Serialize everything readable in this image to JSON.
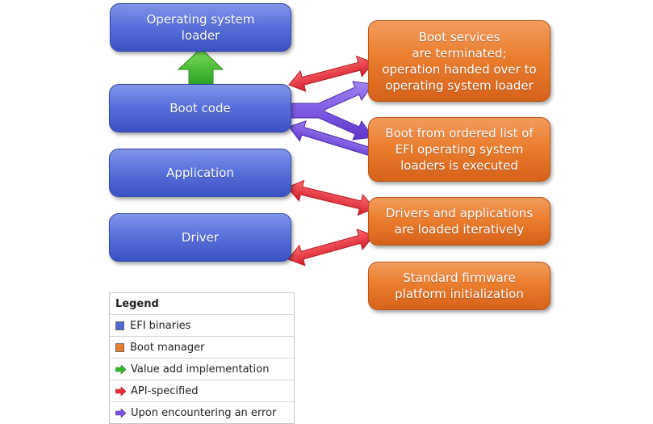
{
  "blue_boxes": {
    "os_loader": "Operating system\nloader",
    "boot_code": "Boot code",
    "application": "Application",
    "driver": "Driver"
  },
  "orange_boxes": {
    "boot_services": "Boot services\nare terminated;\noperation handed over to\noperating system loader",
    "boot_ordered": "Boot from ordered list of\nEFI operating system\nloaders is executed",
    "drivers_apps": "Drivers and applications\nare loaded iteratively",
    "std_firmware": "Standard firmware\nplatform initialization"
  },
  "legend": {
    "title": "Legend",
    "items": [
      {
        "label": "EFI binaries",
        "kind": "blue-square"
      },
      {
        "label": "Boot manager",
        "kind": "orange-square"
      },
      {
        "label": "Value add implementation",
        "kind": "green-arrow"
      },
      {
        "label": "API-specified",
        "kind": "red-arrow"
      },
      {
        "label": "Upon encountering an error",
        "kind": "purple-arrow"
      }
    ]
  },
  "colors": {
    "blue": "#5a72dc",
    "orange": "#ea7e2e",
    "green": "#33b52a",
    "red": "#e8303a",
    "purple": "#7a4fe0"
  }
}
